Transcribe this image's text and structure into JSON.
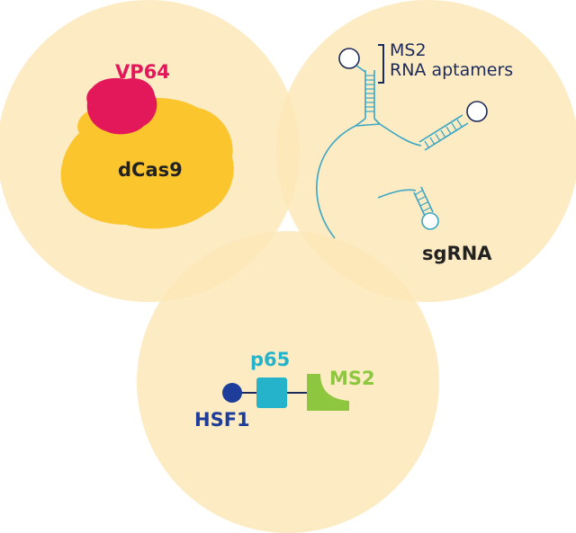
{
  "colors": {
    "circle_fill": "#fde7b8",
    "dcas9": "#fbc52d",
    "vp64": "#e2185b",
    "rna_line": "#3aa6c4",
    "dark_navy": "#1b2a5a",
    "hsf1": "#1e3c9a",
    "p65": "#25b3cc",
    "ms2": "#8dc63f"
  },
  "labels": {
    "vp64": "VP64",
    "dcas9": "dCas9",
    "aptamer_line1": "MS2",
    "aptamer_line2": "RNA aptamers",
    "sgrna": "sgRNA",
    "p65": "p65",
    "ms2": "MS2",
    "hsf1": "HSF1"
  }
}
